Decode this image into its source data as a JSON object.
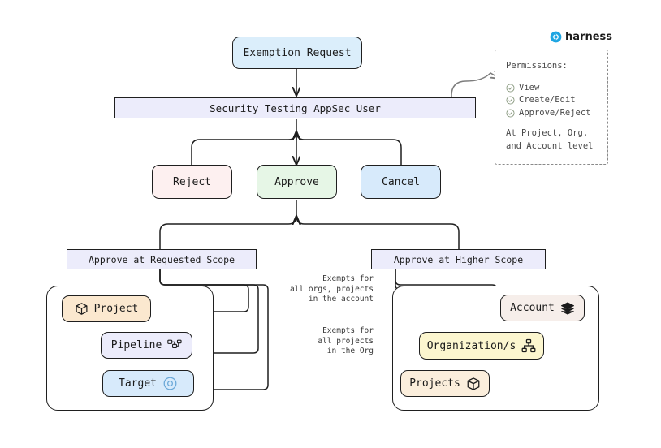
{
  "brand": {
    "name": "harness",
    "logo_icon": "harness-diamond-icon",
    "color": "#1da5e2"
  },
  "flow": {
    "start": {
      "label": "Exemption Request",
      "fill": "#dbeefb",
      "stroke": "#1f1f1f"
    },
    "role_bar": {
      "label": "Security Testing AppSec User",
      "fill": "#ececfb",
      "stroke": "#1f1f1f"
    },
    "actions": [
      {
        "label": "Reject",
        "fill": "#fdf0f0",
        "name": "reject"
      },
      {
        "label": "Approve",
        "fill": "#e6f6e6",
        "name": "approve"
      },
      {
        "label": "Cancel",
        "fill": "#d7eafb",
        "name": "cancel"
      }
    ],
    "scopes": [
      {
        "label": "Approve at Requested Scope",
        "fill": "#ececfb"
      },
      {
        "label": "Approve at Higher Scope",
        "fill": "#ececfb"
      }
    ]
  },
  "permissions": {
    "title": "Permissions:",
    "items": [
      {
        "label": "View",
        "icon": "check-circle-icon"
      },
      {
        "label": "Create/Edit",
        "icon": "check-circle-icon"
      },
      {
        "label": "Approve/Reject",
        "icon": "check-circle-icon"
      }
    ],
    "footer_line1": "At Project, Org,",
    "footer_line2": "and Account level"
  },
  "requested_scope": {
    "nodes": [
      {
        "label": "Project",
        "icon": "cube-icon",
        "fill": "#fbe8cf"
      },
      {
        "label": "Pipeline",
        "icon": "pipeline-icon",
        "fill": "#ececfb"
      },
      {
        "label": "Target",
        "icon": "target-icon",
        "fill": "#d7eafb"
      }
    ]
  },
  "higher_scope": {
    "nodes": [
      {
        "label": "Account",
        "icon": "layers-icon",
        "fill": "#f6eeea"
      },
      {
        "label": "Organization/s",
        "icon": "org-chart-icon",
        "fill": "#fcf6cf"
      },
      {
        "label": "Projects",
        "icon": "cube-icon",
        "fill": "#fbeedc"
      }
    ],
    "edge_labels": [
      "Exempts for\nall orgs, projects\nin the account",
      "Exempts for\nall projects\nin the Org"
    ]
  }
}
